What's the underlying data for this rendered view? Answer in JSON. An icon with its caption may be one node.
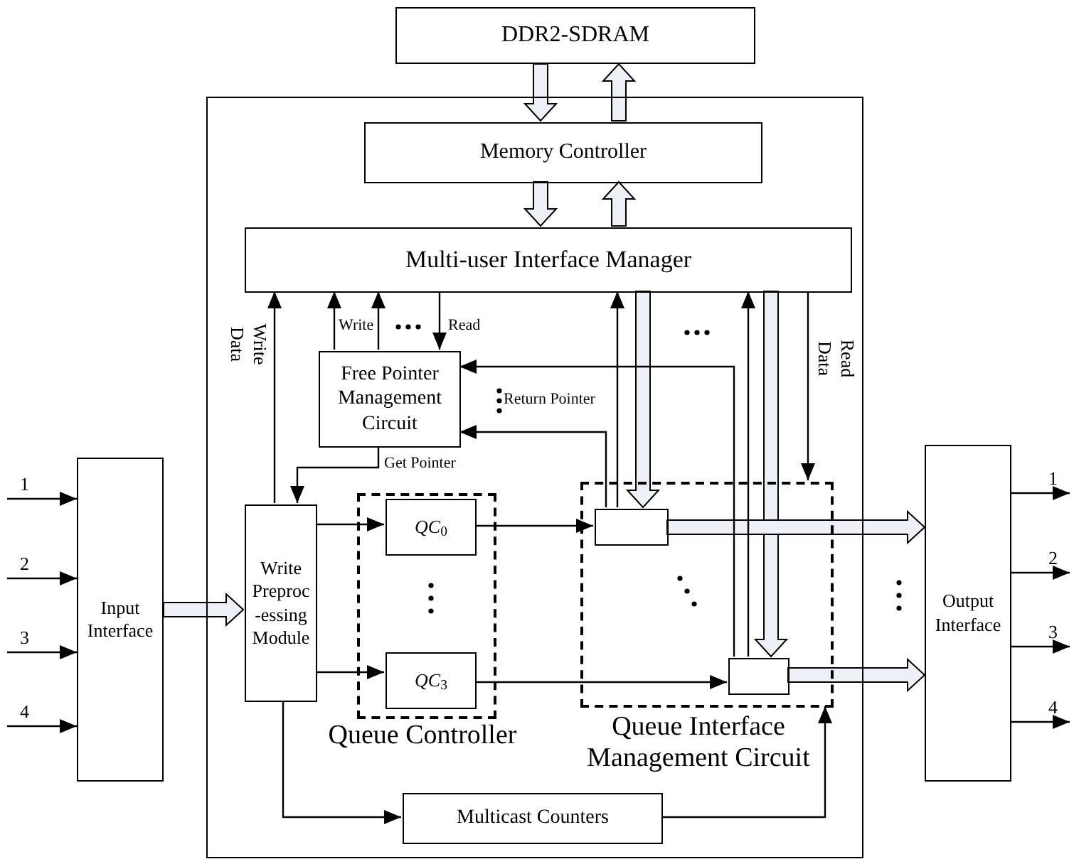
{
  "diagram": {
    "nodes": [
      {
        "text": [
          "DDR2-SDRAM"
        ]
      },
      {
        "text": [],
        "shape": "box"
      },
      {
        "text": [
          "Memory Controller"
        ],
        "in": 1
      },
      {
        "text": [
          "Multi-user Interface Manager"
        ],
        "in": 1
      },
      {
        "text": [
          "Free Pointer Management Circuit"
        ],
        "in": 1
      },
      {
        "text": [
          "Input Interface"
        ]
      },
      {
        "text": [
          "Write Preproc -essing Module"
        ],
        "in": 1
      },
      {
        "text": [
          "Queue Controller"
        ],
        "in": 1
      },
      {
        "text": [
          "*QC*$_{0}$"
        ],
        "in": 7
      },
      {
        "text": [
          "*QC*$_{3}$"
        ],
        "in": 7
      },
      {
        "text": [
          "Queue Interface Management Circuit"
        ],
        "in": 1
      },
      {
        "text": [],
        "shape": "box",
        "in": 10
      },
      {
        "text": [],
        "shape": "box",
        "in": 10
      },
      {
        "text": [
          "Multicast Counters"
        ],
        "in": 1
      },
      {
        "text": [
          "Output Interface"
        ]
      }
    ],
    "edges": [
      {
        "from": 0,
        "to": 2,
        "arrow": "to",
        "style": "thick"
      },
      {
        "from": 2,
        "to": 0,
        "arrow": "to",
        "style": "thick"
      },
      {
        "from": 2,
        "to": 3,
        "arrow": "to",
        "style": "thick"
      },
      {
        "from": 3,
        "to": 2,
        "arrow": "to",
        "style": "thick"
      },
      {
        "from": 5,
        "to": 6,
        "arrow": "to",
        "style": "thick"
      },
      {
        "from": 3,
        "to": 11,
        "arrow": "to",
        "style": "thick"
      },
      {
        "from": 3,
        "to": 12,
        "arrow": "to",
        "style": "thick"
      },
      {
        "from": 11,
        "to": 14,
        "arrow": "to",
        "style": "thick"
      },
      {
        "from": 12,
        "to": 14,
        "arrow": "to",
        "style": "thick"
      },
      {
        "from": 6,
        "to": 3,
        "arrow": "to",
        "label": "Write Data"
      },
      {
        "from": 4,
        "to": 3,
        "arrow": "to",
        "label": "Write"
      },
      {
        "from": 4,
        "to": 3,
        "arrow": "to"
      },
      {
        "from": 3,
        "to": 4,
        "arrow": "to",
        "label": "Read"
      },
      {
        "from": 12,
        "to": 4,
        "arrow": "to",
        "label": "Return Pointer"
      },
      {
        "from": 11,
        "to": 4,
        "arrow": "to"
      },
      {
        "from": 11,
        "to": 3,
        "arrow": "to"
      },
      {
        "from": 12,
        "to": 3,
        "arrow": "to"
      },
      {
        "from": 3,
        "to": 10,
        "arrow": "to",
        "label": "Read Data"
      },
      {
        "from": 4,
        "to": 6,
        "arrow": "to",
        "label": "Get Pointer"
      },
      {
        "from": 6,
        "to": 8,
        "arrow": "to"
      },
      {
        "from": 6,
        "to": 9,
        "arrow": "to"
      },
      {
        "from": 8,
        "to": 11,
        "arrow": "to"
      },
      {
        "from": 9,
        "to": 12,
        "arrow": "to"
      },
      {
        "from": 6,
        "to": 13,
        "arrow": "to"
      },
      {
        "from": 13,
        "to": 10,
        "arrow": "to"
      },
      {
        "from": null,
        "to": 5,
        "arrow": "to",
        "label": "1"
      },
      {
        "from": null,
        "to": 5,
        "arrow": "to",
        "label": "2"
      },
      {
        "from": null,
        "to": 5,
        "arrow": "to",
        "label": "3"
      },
      {
        "from": null,
        "to": 5,
        "arrow": "to",
        "label": "4"
      },
      {
        "from": 14,
        "to": null,
        "arrow": "to",
        "label": "1"
      },
      {
        "from": 14,
        "to": null,
        "arrow": "to",
        "label": "2"
      },
      {
        "from": 14,
        "to": null,
        "arrow": "to",
        "label": "3"
      },
      {
        "from": 14,
        "to": null,
        "arrow": "to",
        "label": "4"
      }
    ]
  }
}
